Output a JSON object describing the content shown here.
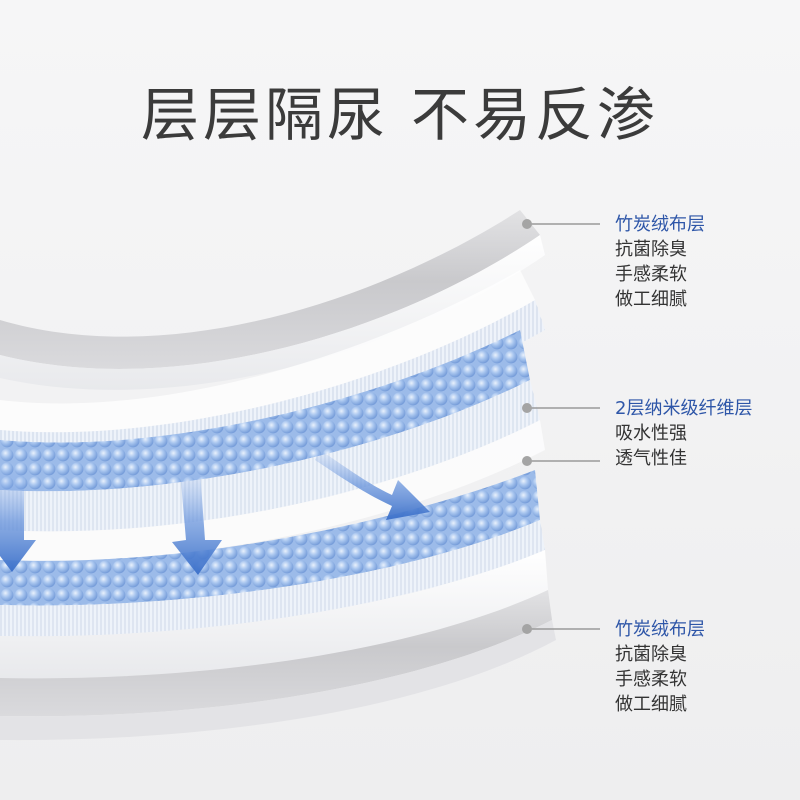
{
  "headline": {
    "part1": "层层隔尿",
    "part2": "不易反渗"
  },
  "colors": {
    "label_title": "#2e56a8",
    "label_text": "#333333",
    "headline": "#3b3b3b",
    "bead": "#8fb3e6",
    "arrow": "#3f76d0"
  },
  "labels": {
    "top": {
      "title": "竹炭绒布层",
      "lines": [
        "抗菌除臭",
        "手感柔软",
        "做工细腻"
      ]
    },
    "middle": {
      "title": "2层纳米级纤维层",
      "lines": [
        "吸水性强",
        "透气性佳"
      ]
    },
    "bottom": {
      "title": "竹炭绒布层",
      "lines": [
        "抗菌除臭",
        "手感柔软",
        "做工细腻"
      ]
    }
  }
}
